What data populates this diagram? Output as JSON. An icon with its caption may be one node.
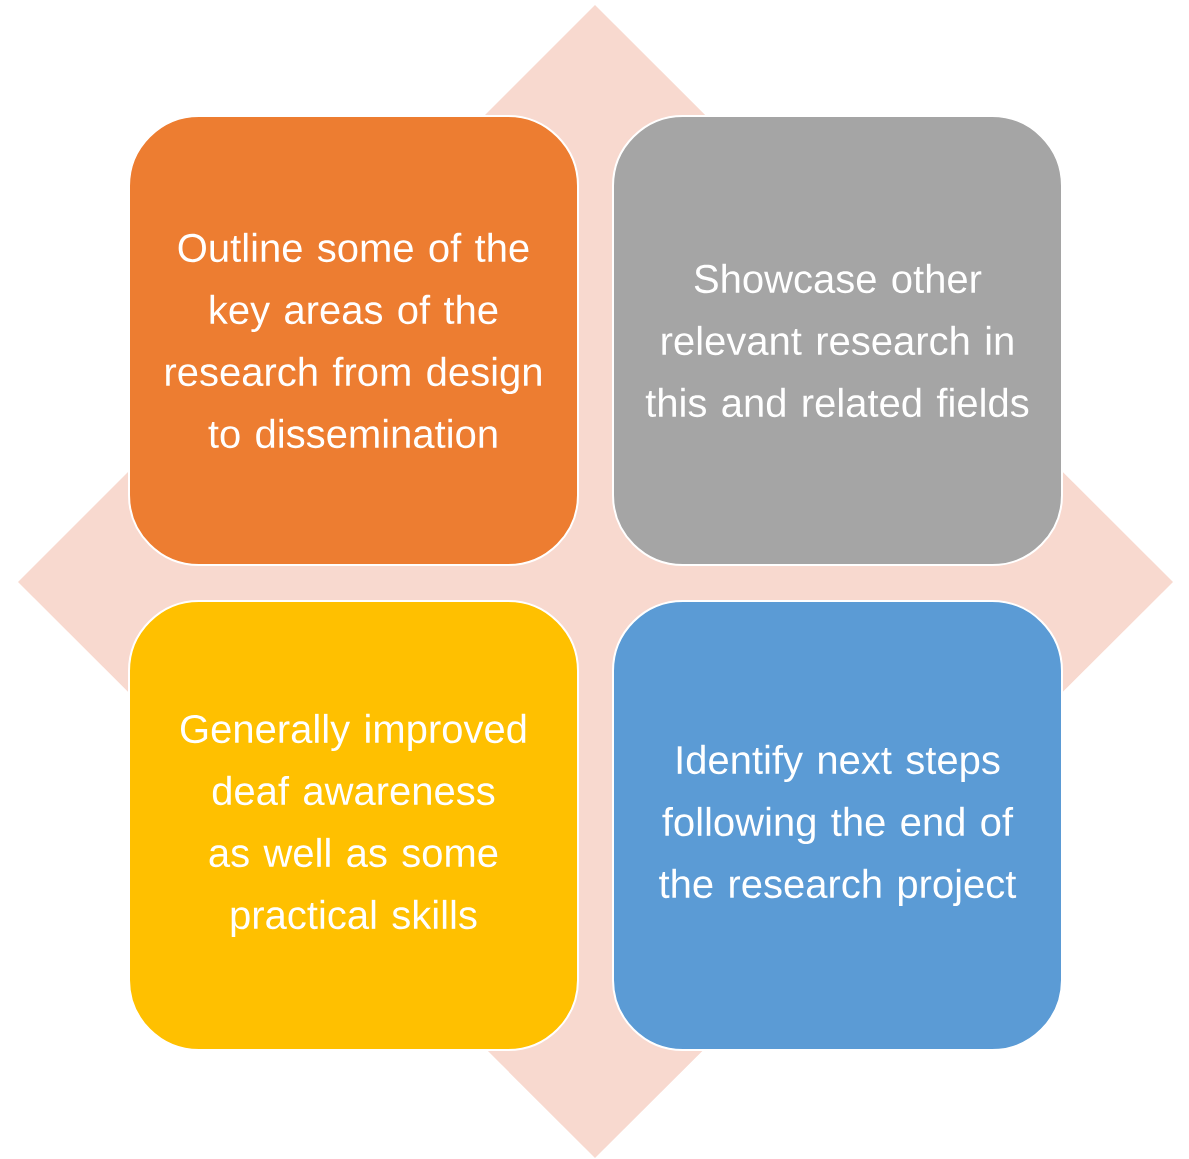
{
  "diagram": {
    "nodes": [
      {
        "text": [
          "Outline some of the key areas of the research from design to dissemination"
        ]
      },
      {
        "text": [
          "Showcase other relevant research in this and related fields"
        ]
      },
      {
        "text": [
          "Generally improved deaf awareness as well as some practical skills"
        ]
      },
      {
        "text": [
          "Identify next steps following the end of the research project"
        ]
      }
    ]
  }
}
